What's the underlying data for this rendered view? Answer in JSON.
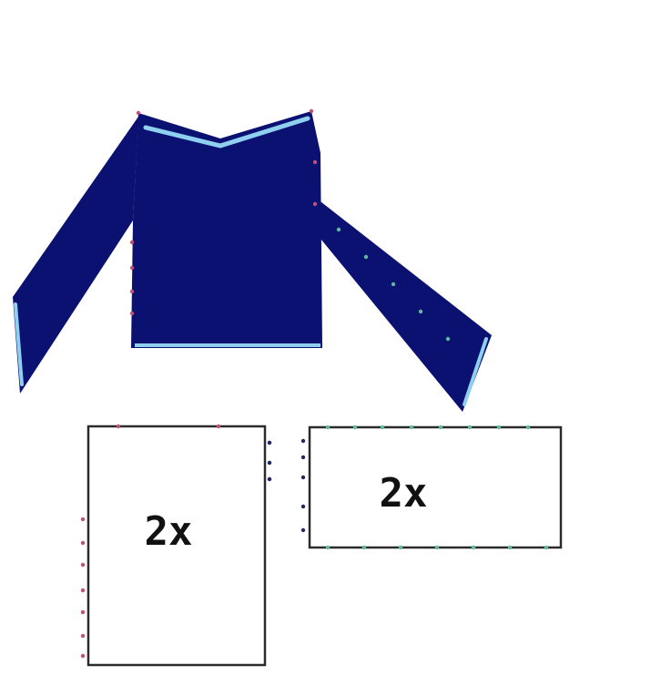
{
  "colors": {
    "background": "#ffffff",
    "sweater_fill": "#0b1170",
    "hem_highlight": "#8fd0f0",
    "panel_border": "#2b2b2b",
    "panel_fill": "#ffffff",
    "stitch_marker_red": "#c0507a",
    "stitch_marker_green": "#5fb8a0",
    "stitch_marker_dark": "#1d2866"
  },
  "pieces": {
    "sweater": {
      "icon": "sweater-outline"
    },
    "left_panel": {
      "quantity_label": "2x"
    },
    "right_panel": {
      "quantity_label": "2x"
    }
  }
}
